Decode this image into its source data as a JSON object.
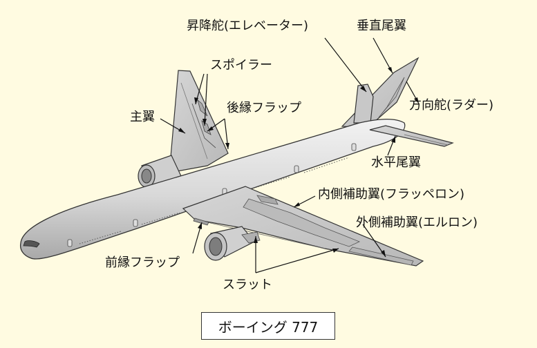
{
  "labels": {
    "elevator": "昇降舵(エレベーター)",
    "vertical_stabilizer": "垂直尾翼",
    "spoiler": "スポイラー",
    "main_wing": "主翼",
    "trailing_flap": "後縁フラップ",
    "rudder": "方向舵(ラダー)",
    "horizontal_stabilizer": "水平尾翼",
    "inboard_aileron": "内側補助翼(フラッペロン)",
    "outboard_aileron": "外側補助翼(エルロン)",
    "leading_flap": "前縁フラップ",
    "slat": "スラット"
  },
  "caption": "ボーイング 777",
  "colors": {
    "background": "#fffbe1",
    "fuselage": "#dcdcdc",
    "surface": "#c6c6c6",
    "line": "#333333"
  }
}
